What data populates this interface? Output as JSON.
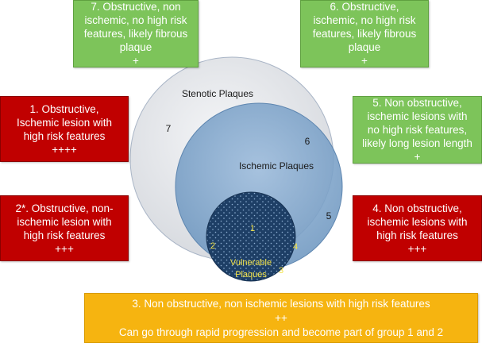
{
  "boxes": {
    "box7": {
      "lines": [
        "7. Obstructive, non",
        "ischemic, no high risk",
        "features,  likely fibrous",
        "plaque",
        "+"
      ],
      "color": "#7dc45a"
    },
    "box6": {
      "lines": [
        "6. Obstructive,",
        "ischemic, no high risk",
        "features, likely fibrous",
        "plaque",
        "+"
      ],
      "color": "#7dc45a"
    },
    "box1": {
      "lines": [
        "1.   Obstructive,",
        "Ischemic lesion with",
        "high risk features",
        "++++"
      ],
      "color": "#c00000"
    },
    "box5": {
      "lines": [
        "5. Non obstructive,",
        "ischemic lesions with",
        "no high risk features,",
        "likely long lesion length",
        "+"
      ],
      "color": "#7dc45a"
    },
    "box2": {
      "lines": [
        "2*. Obstructive, non-",
        "ischemic lesion with",
        "high risk features",
        "+++"
      ],
      "color": "#c00000"
    },
    "box4": {
      "lines": [
        "4. Non obstructive,",
        "ischemic lesions with",
        "high risk features",
        "+++"
      ],
      "color": "#c00000"
    },
    "box3": {
      "lines": [
        "3. Non obstructive, non ischemic lesions with high risk features",
        "++",
        "Can go through rapid progression and become part of group 1 and 2"
      ],
      "color": "#f6b410"
    }
  },
  "venn": {
    "stenotic_label": "Stenotic Plaques",
    "ischemic_label": "Ischemic Plaques",
    "vulnerable_label_1": "Vulnerable",
    "vulnerable_label_2": "Plaques",
    "region_7": "7",
    "region_6": "6",
    "region_5": "5",
    "region_1": "1",
    "region_2": "2",
    "region_4": "4",
    "region_3": "3",
    "stenotic_color": "#e4e6ea",
    "ischemic_color": "#7ea6cc",
    "vulnerable_color": "#1e3f66",
    "number_label_color": "#f2e24a"
  }
}
